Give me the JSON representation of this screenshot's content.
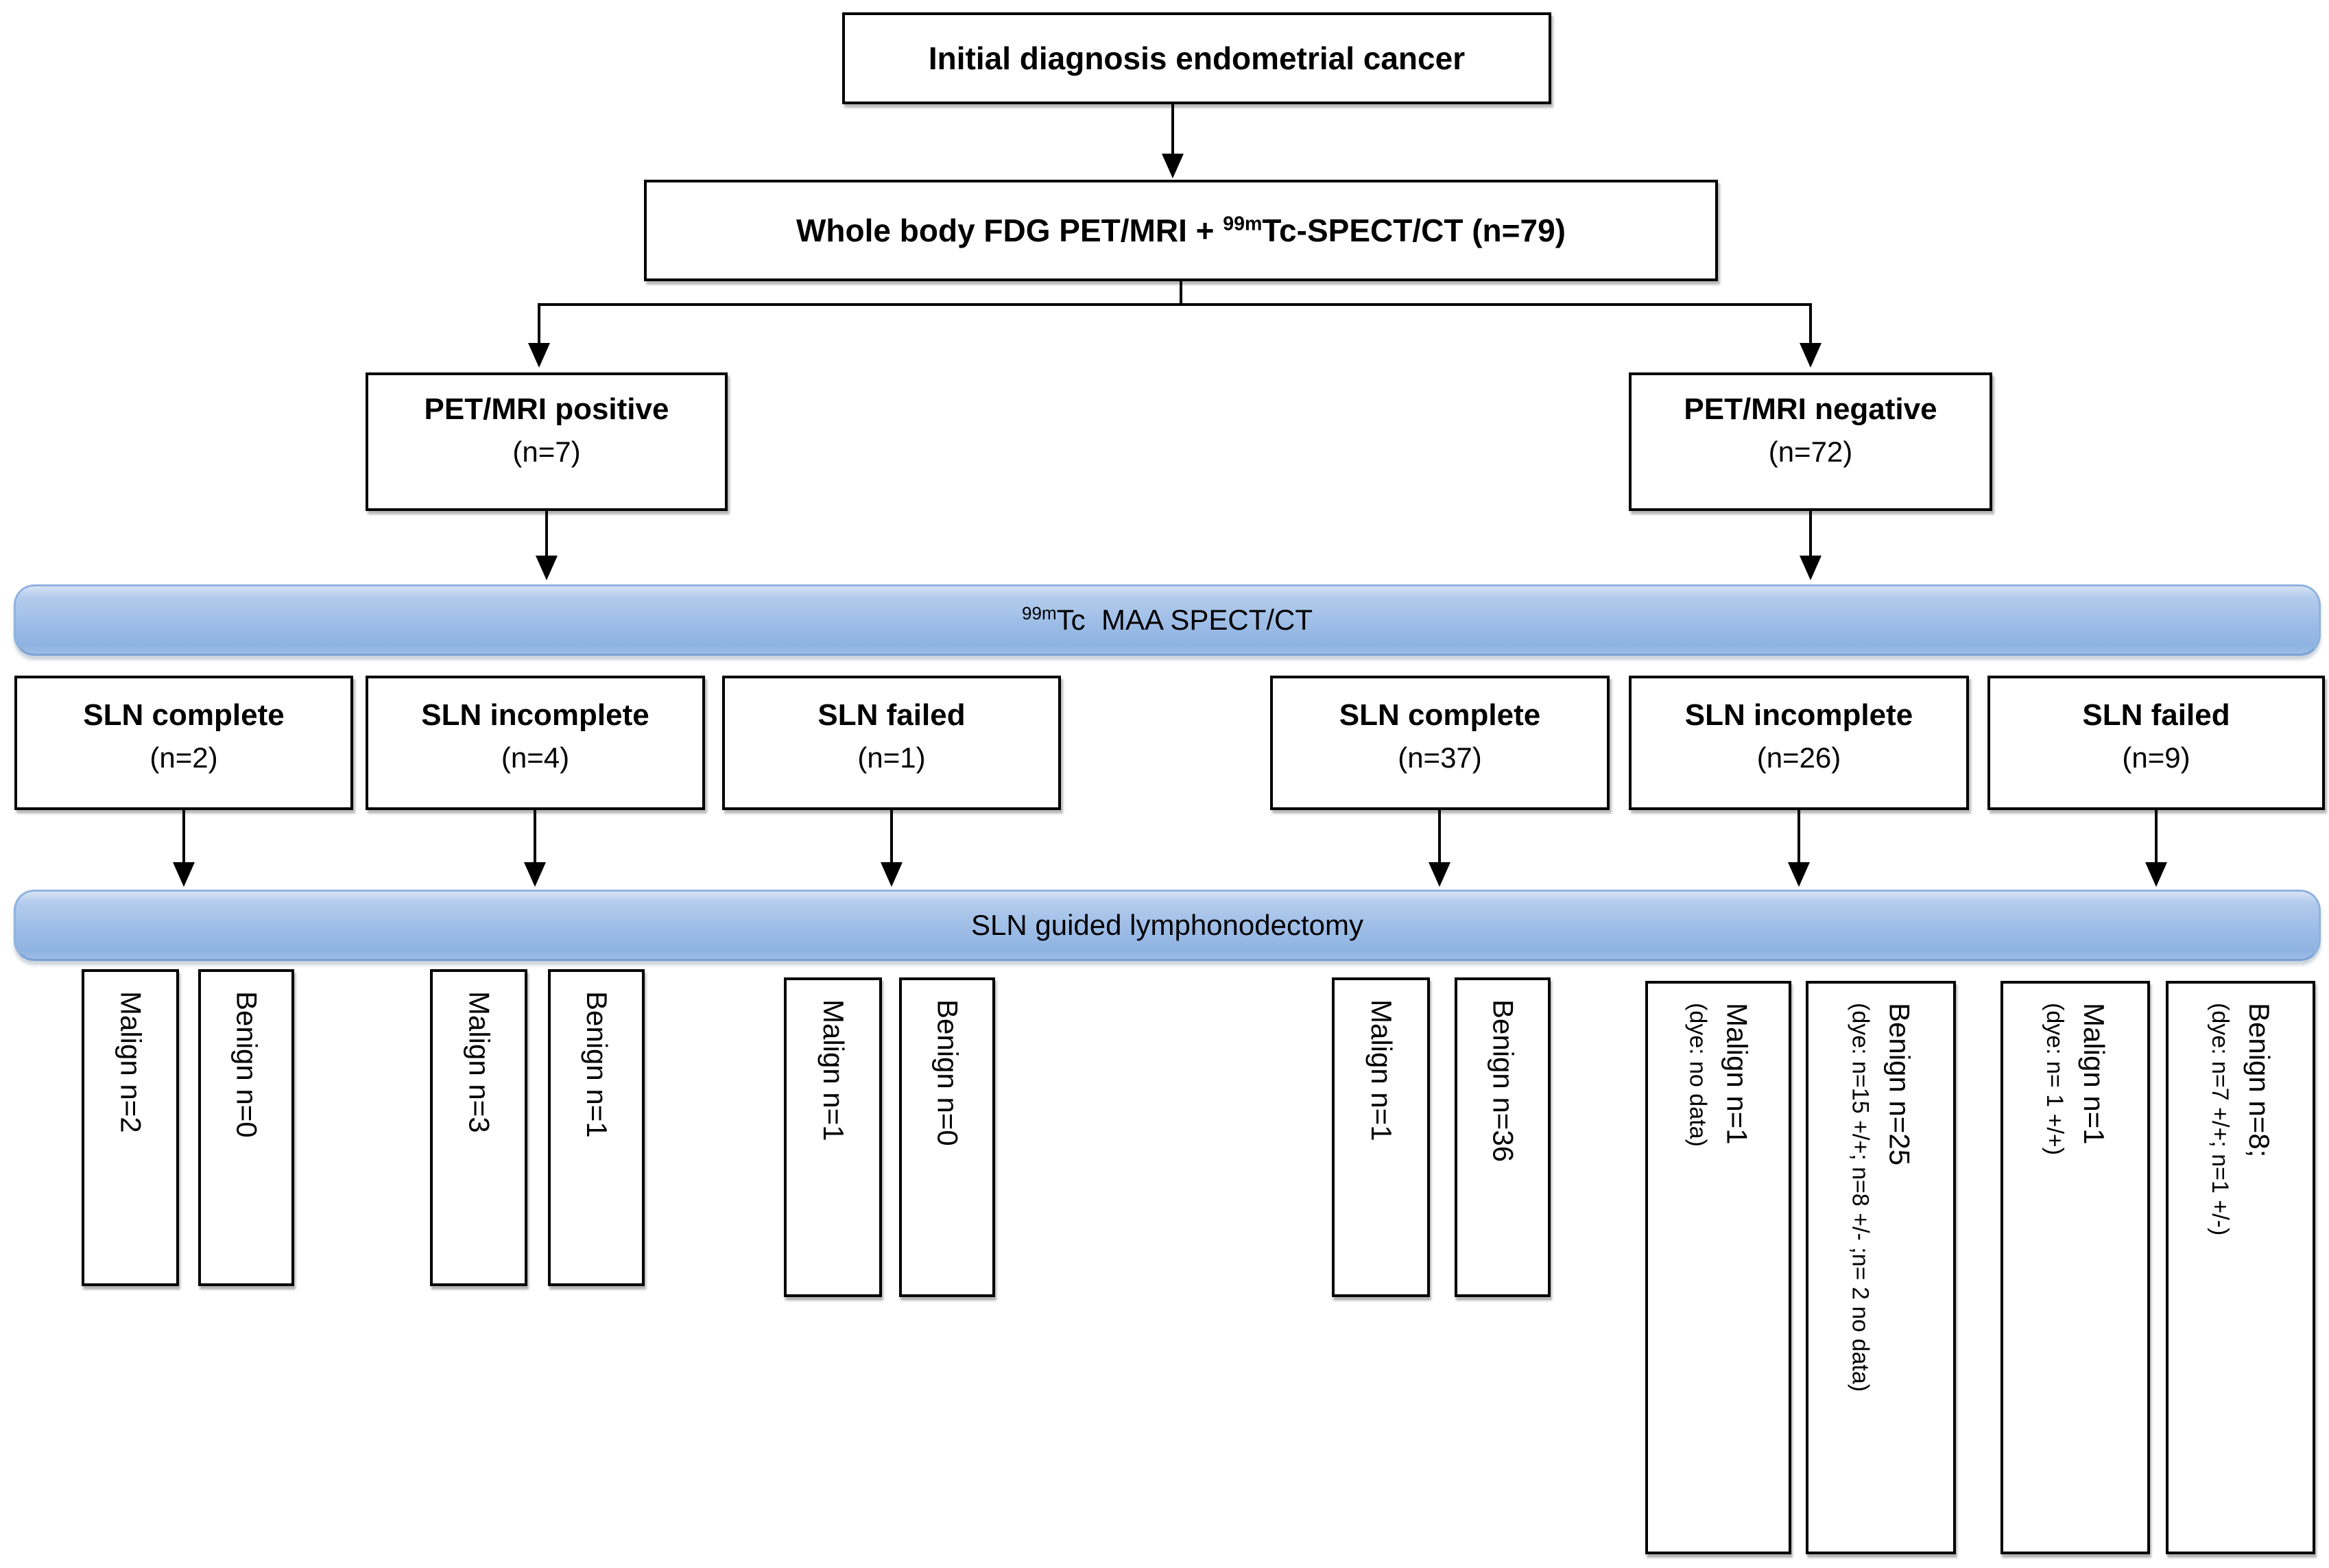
{
  "flowchart": {
    "top_box": {
      "label": "Initial diagnosis endometrial cancer"
    },
    "modality_box": {
      "pre": "Whole body FDG PET/MRI + ",
      "sup": "99m",
      "post": "Tc-SPECT/CT (n=79)"
    },
    "petmri_positive": {
      "title": "PET/MRI positive",
      "n": "(n=7)"
    },
    "petmri_negative": {
      "title": "PET/MRI negative",
      "n": "(n=72)"
    },
    "banner_spect": {
      "sup": "99m",
      "text": "Tc  MAA SPECT/CT"
    },
    "banner_sln": {
      "text": "SLN guided lymphonodectomy"
    },
    "sln_boxes": [
      {
        "title": "SLN complete",
        "n": "(n=2)"
      },
      {
        "title": "SLN incomplete",
        "n": "(n=4)"
      },
      {
        "title": "SLN failed",
        "n": "(n=1)"
      },
      {
        "title": "SLN complete",
        "n": "(n=37)"
      },
      {
        "title": "SLN incomplete",
        "n": "(n=26)"
      },
      {
        "title": "SLN failed",
        "n": "(n=9)"
      }
    ],
    "outcome_boxes": [
      {
        "label": "Malign n=2"
      },
      {
        "label": "Benign n=0"
      },
      {
        "label": "Malign n=3"
      },
      {
        "label": "Benign n=1"
      },
      {
        "label": "Malign n=1"
      },
      {
        "label": "Benign n=0"
      },
      {
        "label": "Malign n=1"
      },
      {
        "label": "Benign n=36"
      },
      {
        "label": "Malign n=1",
        "dye": "(dye: no data)"
      },
      {
        "label": "Benign n=25",
        "dye": "(dye: n=15 +/+; n=8 +/- ;n= 2 no data)"
      },
      {
        "label": "Malign n=1",
        "dye": "(dye: n= 1 +/+)"
      },
      {
        "label": "Benign n=8;",
        "dye": "(dye: n=7 +/+; n=1 +/-)"
      }
    ],
    "colors": {
      "banner_fill": "#9dbde7",
      "banner_border": "#7aa2d4",
      "box_border": "#000000",
      "text": "#000000"
    }
  }
}
